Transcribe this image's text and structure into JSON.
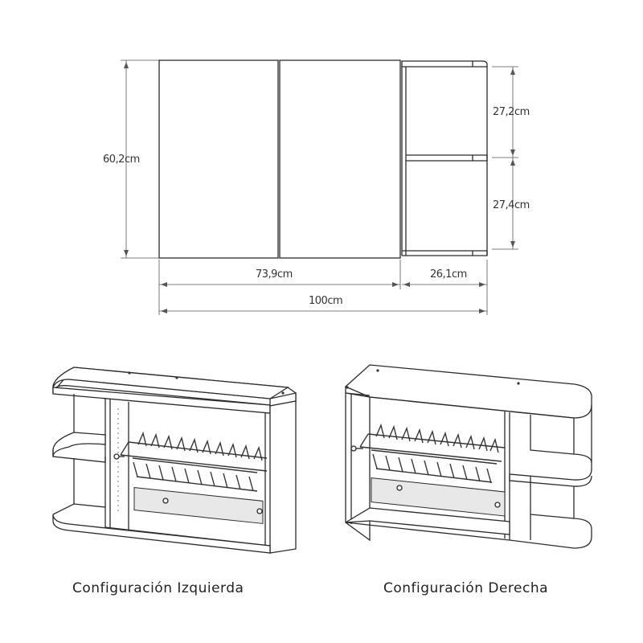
{
  "dimensions": {
    "height_total": "60,2cm",
    "shelf_upper": "27,2cm",
    "shelf_lower": "27,4cm",
    "width_doors": "73,9cm",
    "width_shelf": "26,1cm",
    "width_total": "100cm"
  },
  "captions": {
    "left": "Configuración Izquierda",
    "right": "Configuración Derecha"
  }
}
